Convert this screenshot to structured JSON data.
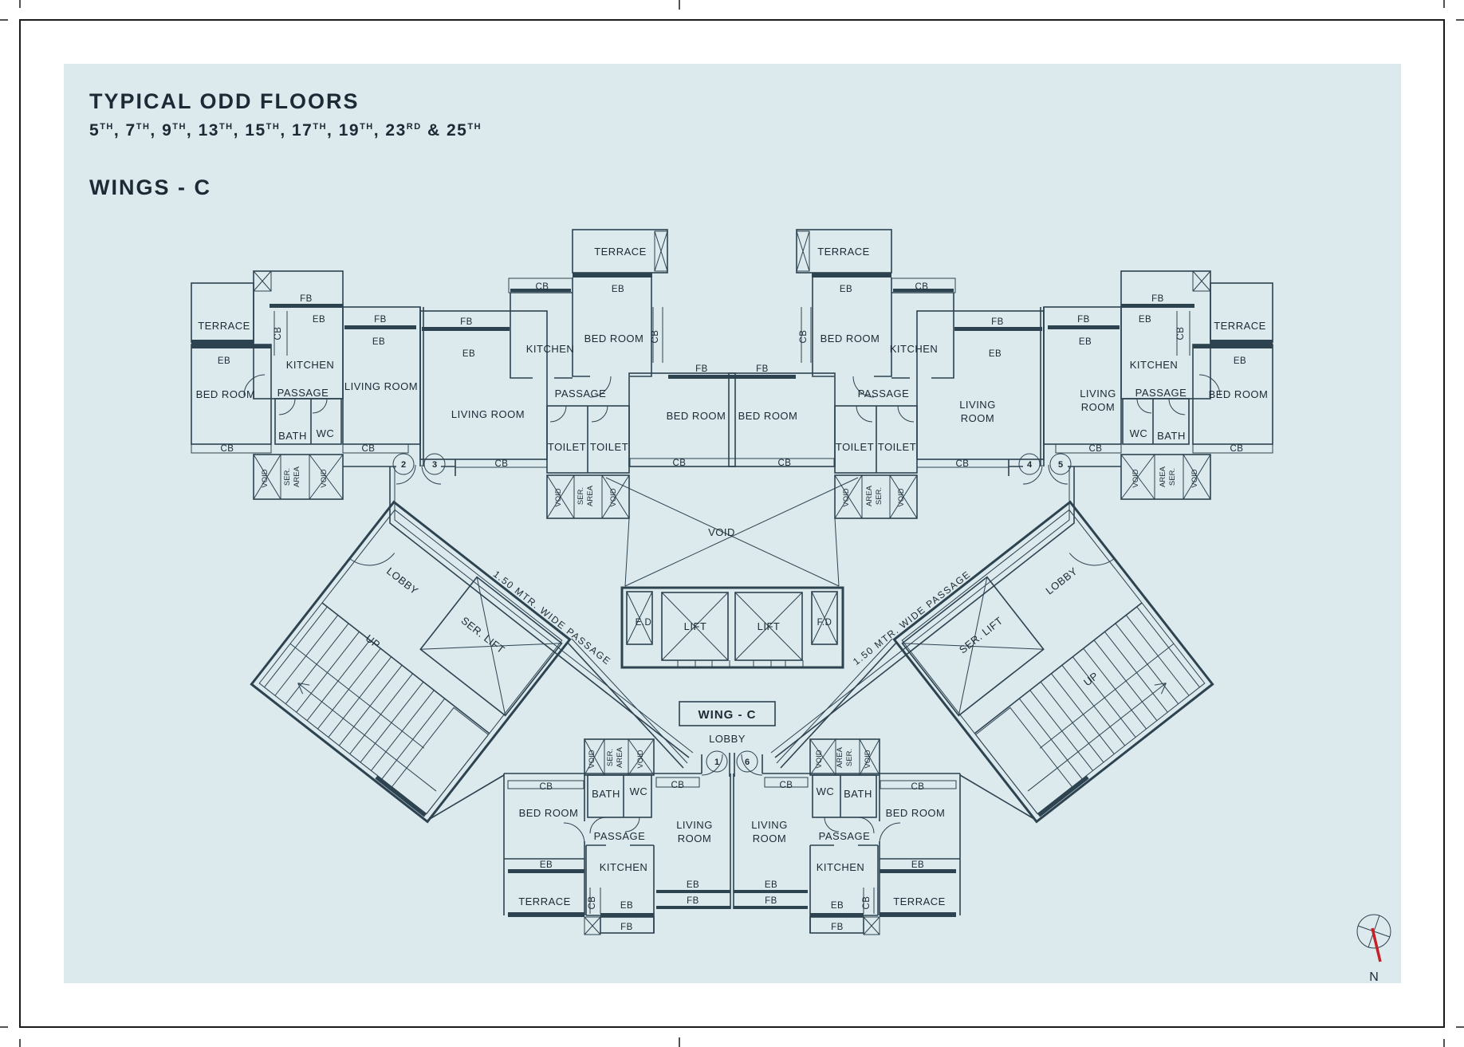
{
  "title": {
    "line1": "TYPICAL ODD FLOORS",
    "floors": [
      {
        "n": "5",
        "s": "TH",
        "a": ", "
      },
      {
        "n": "7",
        "s": "TH",
        "a": ", "
      },
      {
        "n": "9",
        "s": "TH",
        "a": ", "
      },
      {
        "n": "13",
        "s": "TH",
        "a": ", "
      },
      {
        "n": "15",
        "s": "TH",
        "a": ", "
      },
      {
        "n": "17",
        "s": "TH",
        "a": ", "
      },
      {
        "n": "19",
        "s": "TH",
        "a": ", "
      },
      {
        "n": "23",
        "s": "RD",
        "a": " & "
      },
      {
        "n": "25",
        "s": "TH",
        "a": ""
      }
    ],
    "wing": "WINGS - C"
  },
  "labels": {
    "terrace": "TERRACE",
    "bed_room": "BED ROOM",
    "kitchen": "KITCHEN",
    "living_room": "LIVING ROOM",
    "living": "LIVING",
    "room": "ROOM",
    "passage": "PASSAGE",
    "bath": "BATH",
    "wc": "WC",
    "toilet": "TOILET",
    "lobby": "LOBBY",
    "up": "UP",
    "ser_lift": "SER. LIFT",
    "lift": "LIFT",
    "ed": "E.D",
    "fd": "F.D",
    "fb": "FB",
    "eb": "EB",
    "cb": "CB",
    "void": "VOID",
    "ser": "SER.",
    "area": "AREA",
    "wing_c": "WING - C",
    "passage_dim": "1.50 MTR. WIDE PASSAGE",
    "north": "N"
  },
  "doors": {
    "d1": "1",
    "d2": "2",
    "d3": "3",
    "d4": "4",
    "d5": "5",
    "d6": "6"
  },
  "colors": {
    "panel_bg": "#dce9ed",
    "line": "#2d4350",
    "text": "#1b2a34",
    "needle": "#c52127"
  }
}
